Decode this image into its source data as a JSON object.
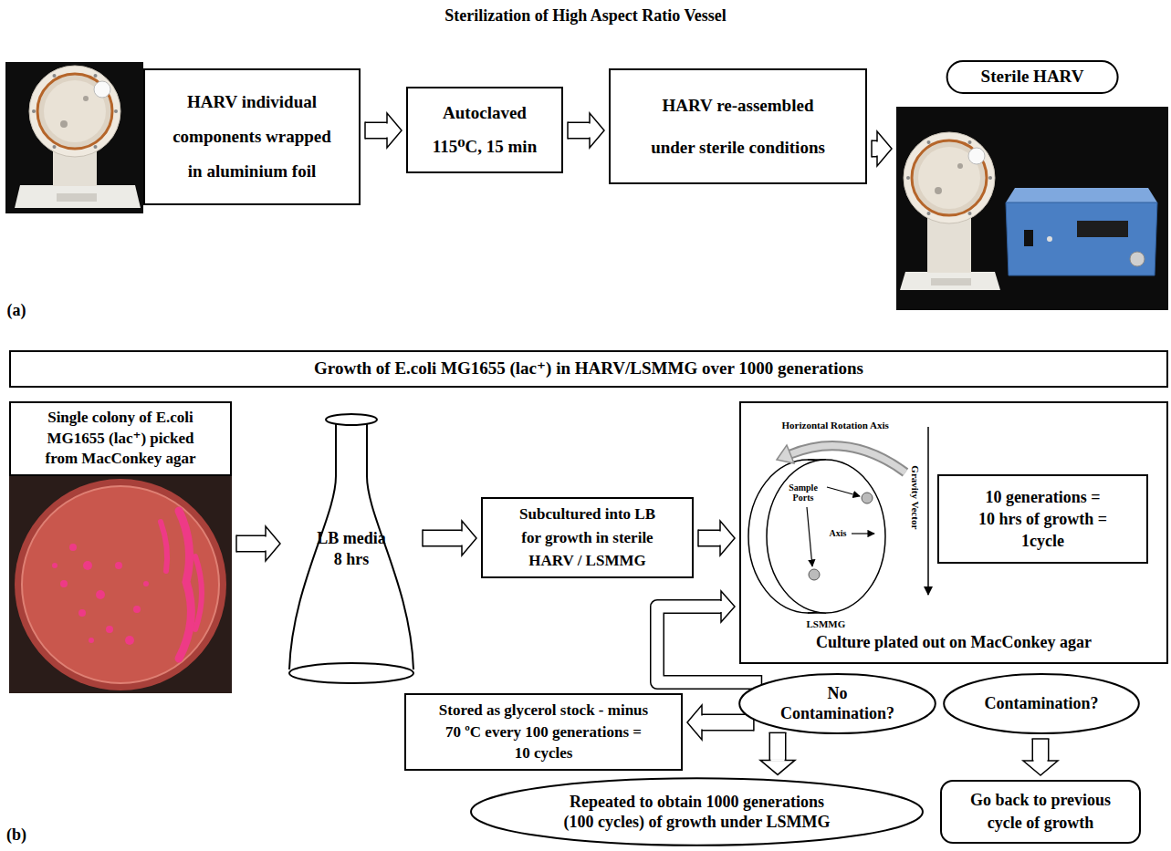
{
  "diagram": {
    "title": "Sterilization of High Aspect Ratio Vessel",
    "nodes": [
      {
        "text": [
          "HARV individual components wrapped in aluminium foil"
        ]
      },
      {
        "text": [
          "Autoclaved 115⁰C, 15 min"
        ]
      },
      {
        "text": [
          "HARV re-assembled under sterile conditions"
        ]
      },
      {
        "text": [
          "Sterile HARV"
        ]
      },
      {
        "text": [
          "Growth of E.coli MG1655 (lac⁺) in HARV/LSMMG over 1000 generations"
        ]
      },
      {
        "text": [
          "Single colony of E.coli MG1655 (lac⁺) picked from MacConkey agar"
        ]
      },
      {
        "text": [
          "LB media 8 hrs"
        ]
      },
      {
        "text": [
          "Subcultured into LB for growth in sterile HARV / LSMMG"
        ]
      },
      {
        "text": [
          "Culture plated out on MacConkey agar"
        ]
      },
      {
        "text": [
          "10 generations = 10 hrs of growth = 1cycle"
        ],
        "in": 8
      },
      {
        "text": [
          "No Contamination?"
        ]
      },
      {
        "text": [
          "Contamination?"
        ]
      },
      {
        "text": [
          "Stored as glycerol stock - minus 70 ºC every 100 generations = 10 cycles"
        ]
      },
      {
        "text": [
          "Repeated to obtain 1000 generations (100 cycles) of growth under LSMMG"
        ]
      },
      {
        "text": [
          "Go back to previous cycle of growth"
        ]
      }
    ],
    "edges": [
      {
        "from": 0,
        "to": 1,
        "arrow": "to"
      },
      {
        "from": 1,
        "to": 2,
        "arrow": "to"
      },
      {
        "from": 2,
        "to": 3,
        "arrow": "to"
      },
      {
        "from": 5,
        "to": 6,
        "arrow": "to"
      },
      {
        "from": 6,
        "to": 7,
        "arrow": "to"
      },
      {
        "from": 7,
        "to": 8,
        "arrow": "to"
      },
      {
        "from": 10,
        "to": 12,
        "arrow": "to"
      },
      {
        "from": 10,
        "to": 13,
        "arrow": "to"
      },
      {
        "from": 11,
        "to": 14,
        "arrow": "to"
      },
      {
        "from": 10,
        "to": 8,
        "arrow": "to"
      }
    ],
    "labels": [
      "(a)",
      "Horizontal Rotation Axis",
      "Sample Ports",
      "Axis",
      "Gravity Vector",
      "LSMMG",
      "(b)"
    ]
  }
}
